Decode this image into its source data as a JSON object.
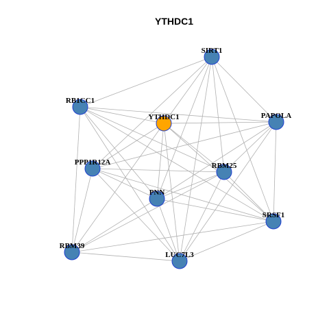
{
  "title": "YTHDC1",
  "colors": {
    "hub": "#FFA500",
    "node": "#4682B4",
    "node_stroke": "#1F3FD0",
    "edge": "#b0b0b0"
  },
  "nodes": [
    {
      "id": "SIRT1",
      "label": "SIRT1",
      "hub": false
    },
    {
      "id": "RB1CC1",
      "label": "RB1CC1",
      "hub": false
    },
    {
      "id": "YTHDC1",
      "label": "YTHDC1",
      "hub": true
    },
    {
      "id": "PAPOLA",
      "label": "PAPOLA",
      "hub": false
    },
    {
      "id": "PPP1R12A",
      "label": "PPP1R12A",
      "hub": false
    },
    {
      "id": "RBM25",
      "label": "RBM25",
      "hub": false
    },
    {
      "id": "PNN",
      "label": "PNN",
      "hub": false
    },
    {
      "id": "SRSF1",
      "label": "SRSF1",
      "hub": false
    },
    {
      "id": "RBM39",
      "label": "RBM39",
      "hub": false
    },
    {
      "id": "LUC7L3",
      "label": "LUC7L3",
      "hub": false
    }
  ],
  "edges": [
    [
      "SIRT1",
      "RB1CC1"
    ],
    [
      "SIRT1",
      "YTHDC1"
    ],
    [
      "SIRT1",
      "PAPOLA"
    ],
    [
      "SIRT1",
      "PPP1R12A"
    ],
    [
      "SIRT1",
      "RBM25"
    ],
    [
      "SIRT1",
      "PNN"
    ],
    [
      "SIRT1",
      "SRSF1"
    ],
    [
      "SIRT1",
      "LUC7L3"
    ],
    [
      "RB1CC1",
      "YTHDC1"
    ],
    [
      "RB1CC1",
      "PAPOLA"
    ],
    [
      "RB1CC1",
      "RBM25"
    ],
    [
      "RB1CC1",
      "PNN"
    ],
    [
      "RB1CC1",
      "SRSF1"
    ],
    [
      "RB1CC1",
      "RBM39"
    ],
    [
      "RB1CC1",
      "LUC7L3"
    ],
    [
      "YTHDC1",
      "PAPOLA"
    ],
    [
      "YTHDC1",
      "PPP1R12A"
    ],
    [
      "YTHDC1",
      "RBM25"
    ],
    [
      "YTHDC1",
      "PNN"
    ],
    [
      "YTHDC1",
      "SRSF1"
    ],
    [
      "YTHDC1",
      "RBM39"
    ],
    [
      "YTHDC1",
      "LUC7L3"
    ],
    [
      "PAPOLA",
      "PPP1R12A"
    ],
    [
      "PAPOLA",
      "RBM25"
    ],
    [
      "PAPOLA",
      "PNN"
    ],
    [
      "PAPOLA",
      "SRSF1"
    ],
    [
      "PAPOLA",
      "LUC7L3"
    ],
    [
      "PPP1R12A",
      "RBM25"
    ],
    [
      "PPP1R12A",
      "PNN"
    ],
    [
      "PPP1R12A",
      "SRSF1"
    ],
    [
      "PPP1R12A",
      "RBM39"
    ],
    [
      "PPP1R12A",
      "LUC7L3"
    ],
    [
      "RBM25",
      "PNN"
    ],
    [
      "RBM25",
      "SRSF1"
    ],
    [
      "RBM25",
      "RBM39"
    ],
    [
      "RBM25",
      "LUC7L3"
    ],
    [
      "PNN",
      "SRSF1"
    ],
    [
      "PNN",
      "RBM39"
    ],
    [
      "PNN",
      "LUC7L3"
    ],
    [
      "SRSF1",
      "RBM39"
    ],
    [
      "SRSF1",
      "LUC7L3"
    ],
    [
      "RBM39",
      "LUC7L3"
    ]
  ]
}
